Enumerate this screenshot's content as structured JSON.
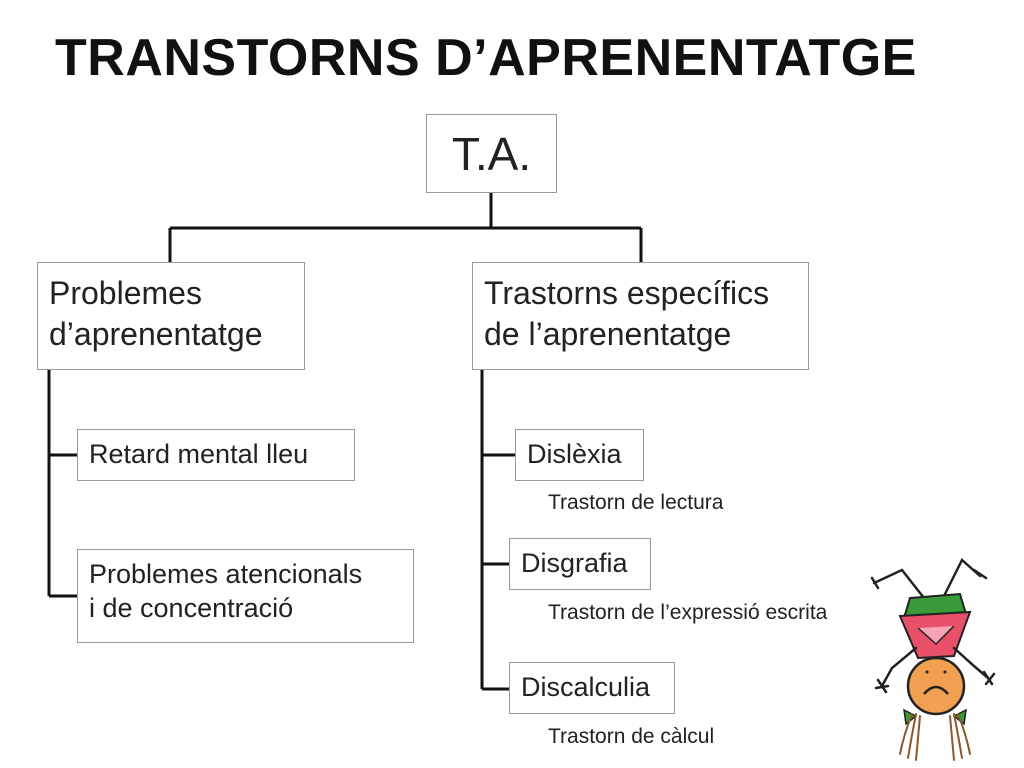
{
  "title": "TRANSTORNS D’APRENENTATGE",
  "root": "T.A.",
  "left_branch": {
    "label_line1": "Problemes",
    "label_line2": "d’aprenentatge",
    "children": [
      {
        "label": "Retard mental lleu"
      },
      {
        "label_line1": "Problemes atencionals",
        "label_line2": "i de concentració"
      }
    ]
  },
  "right_branch": {
    "label_line1": "Trastorns específics",
    "label_line2": "de l’aprenentatge",
    "children": [
      {
        "label": "Dislèxia",
        "note": "Trastorn de lectura"
      },
      {
        "label": "Disgrafia",
        "note": "Trastorn de l’expressió escrita"
      },
      {
        "label": "Discalculia",
        "note": "Trastorn de càlcul"
      }
    ]
  },
  "colors": {
    "line": "#111111",
    "box_border": "#9a9a9a",
    "doll_dress": "#e8506a",
    "doll_top": "#3a9a3a",
    "doll_face": "#f0a050"
  }
}
